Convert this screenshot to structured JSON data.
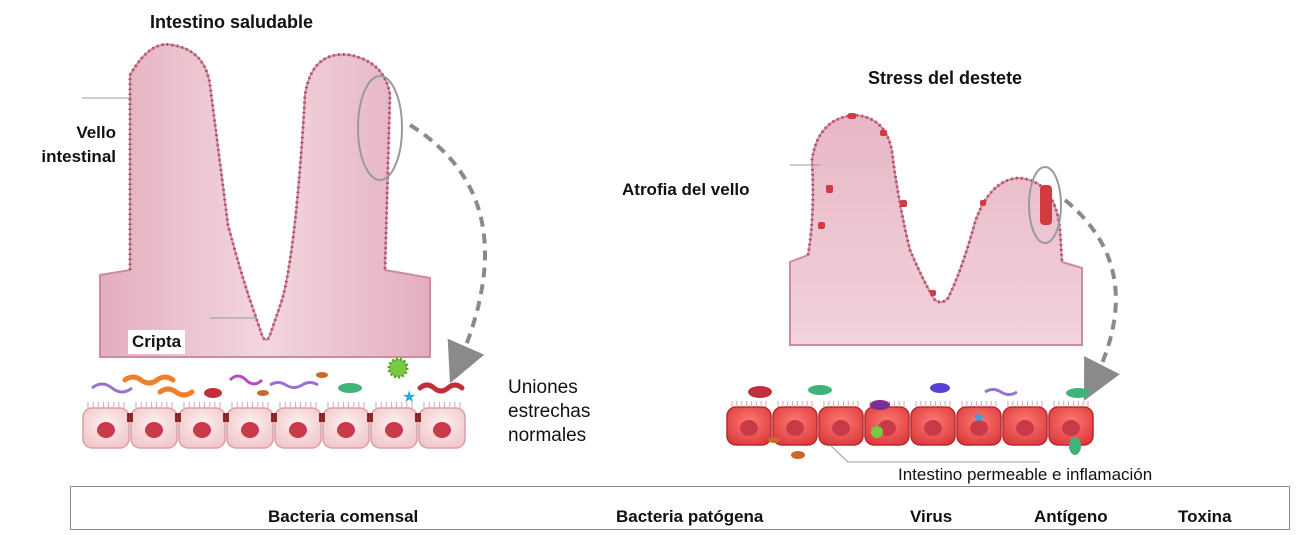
{
  "diagram": {
    "healthy_title": "Intestino saludable",
    "stress_title": "Stress del destete",
    "villus_label": "Vello\nintestinal",
    "crypt_label": "Cripta",
    "atrophy_label": "Atrofia del vello",
    "tight_junctions_label": "Uniones\nestrechas\nnormales",
    "leaky_label": "Intestino permeable e inflamación"
  },
  "legend": {
    "items": [
      {
        "label": "Bacteria comensal",
        "icon": "commensal-bacteria-icon"
      },
      {
        "label": "Bacteria patógena",
        "icon": "pathogenic-bacteria-icon"
      },
      {
        "label": "Virus",
        "icon": "virus-icon"
      },
      {
        "label": "Antígeno",
        "icon": "antigen-icon"
      },
      {
        "label": "Toxina",
        "icon": "toxin-icon"
      }
    ]
  },
  "colors": {
    "tissue": "#e8b9c7",
    "tissue_edge": "#c98d9f",
    "healthy_cell": "#f7d6d6",
    "nucleus": "#c83a48",
    "inflamed_cell": "#e8494b",
    "arrow": "#8a8a8a",
    "toxin": "#2aa8e0",
    "antigen": "#c96a2a",
    "virus": "#7ac943"
  }
}
